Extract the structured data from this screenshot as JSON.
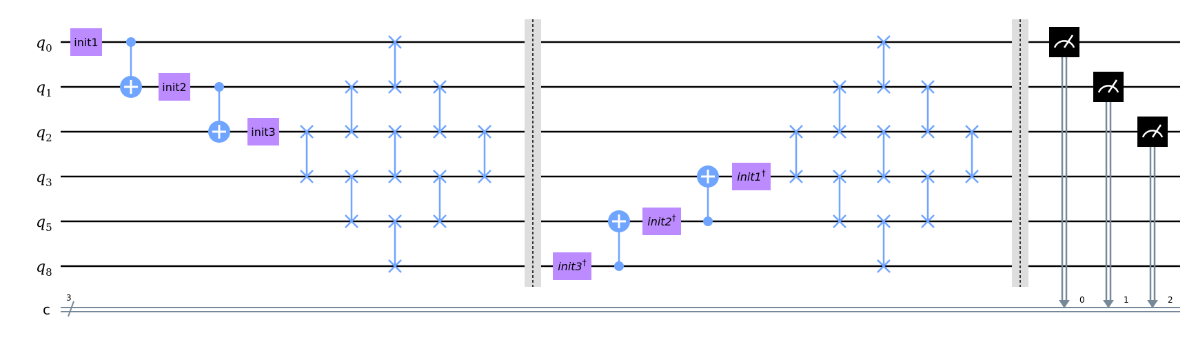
{
  "circuit": {
    "qubits": [
      "q0",
      "q1",
      "q2",
      "q3",
      "q5",
      "q8"
    ],
    "qubit_letter": "q",
    "qubit_indices": [
      "0",
      "1",
      "2",
      "3",
      "5",
      "8"
    ],
    "classical_register": {
      "label": "c",
      "width": "3",
      "bit_labels": [
        "0",
        "1",
        "2"
      ]
    },
    "colors": {
      "wire": "#000000",
      "gate_fill": "#bb8bff",
      "control": "#6fa4ff",
      "barrier": "#dedede",
      "measure_fill": "#000000",
      "classical": "#778899"
    },
    "operations": [
      {
        "type": "gate",
        "label": "init1",
        "qubit": "q0"
      },
      {
        "type": "cnot",
        "control": "q0",
        "target": "q1"
      },
      {
        "type": "gate",
        "label": "init2",
        "qubit": "q1"
      },
      {
        "type": "cnot",
        "control": "q1",
        "target": "q2"
      },
      {
        "type": "gate",
        "label": "init3",
        "qubit": "q2"
      },
      {
        "type": "swap",
        "qubits": [
          "q2",
          "q3"
        ]
      },
      {
        "type": "swap",
        "qubits": [
          "q1",
          "q2"
        ]
      },
      {
        "type": "swap",
        "qubits": [
          "q3",
          "q5"
        ]
      },
      {
        "type": "swap",
        "qubits": [
          "q0",
          "q1"
        ]
      },
      {
        "type": "swap",
        "qubits": [
          "q2",
          "q3"
        ]
      },
      {
        "type": "swap",
        "qubits": [
          "q5",
          "q8"
        ]
      },
      {
        "type": "swap",
        "qubits": [
          "q1",
          "q2"
        ]
      },
      {
        "type": "swap",
        "qubits": [
          "q3",
          "q5"
        ]
      },
      {
        "type": "swap",
        "qubits": [
          "q2",
          "q3"
        ]
      },
      {
        "type": "barrier"
      },
      {
        "type": "gate",
        "label": "init3",
        "dagger": "†",
        "qubit": "q8"
      },
      {
        "type": "cnot",
        "control": "q8",
        "target": "q5"
      },
      {
        "type": "gate",
        "label": "init2",
        "dagger": "†",
        "qubit": "q5"
      },
      {
        "type": "cnot",
        "control": "q5",
        "target": "q3"
      },
      {
        "type": "gate",
        "label": "init1",
        "dagger": "†",
        "qubit": "q3"
      },
      {
        "type": "swap",
        "qubits": [
          "q2",
          "q3"
        ]
      },
      {
        "type": "swap",
        "qubits": [
          "q1",
          "q2"
        ]
      },
      {
        "type": "swap",
        "qubits": [
          "q3",
          "q5"
        ]
      },
      {
        "type": "swap",
        "qubits": [
          "q0",
          "q1"
        ]
      },
      {
        "type": "swap",
        "qubits": [
          "q2",
          "q3"
        ]
      },
      {
        "type": "swap",
        "qubits": [
          "q5",
          "q8"
        ]
      },
      {
        "type": "swap",
        "qubits": [
          "q1",
          "q2"
        ]
      },
      {
        "type": "swap",
        "qubits": [
          "q3",
          "q5"
        ]
      },
      {
        "type": "swap",
        "qubits": [
          "q2",
          "q3"
        ]
      },
      {
        "type": "barrier"
      },
      {
        "type": "measure",
        "qubit": "q0",
        "cbit": "0"
      },
      {
        "type": "measure",
        "qubit": "q1",
        "cbit": "1"
      },
      {
        "type": "measure",
        "qubit": "q2",
        "cbit": "2"
      }
    ]
  }
}
